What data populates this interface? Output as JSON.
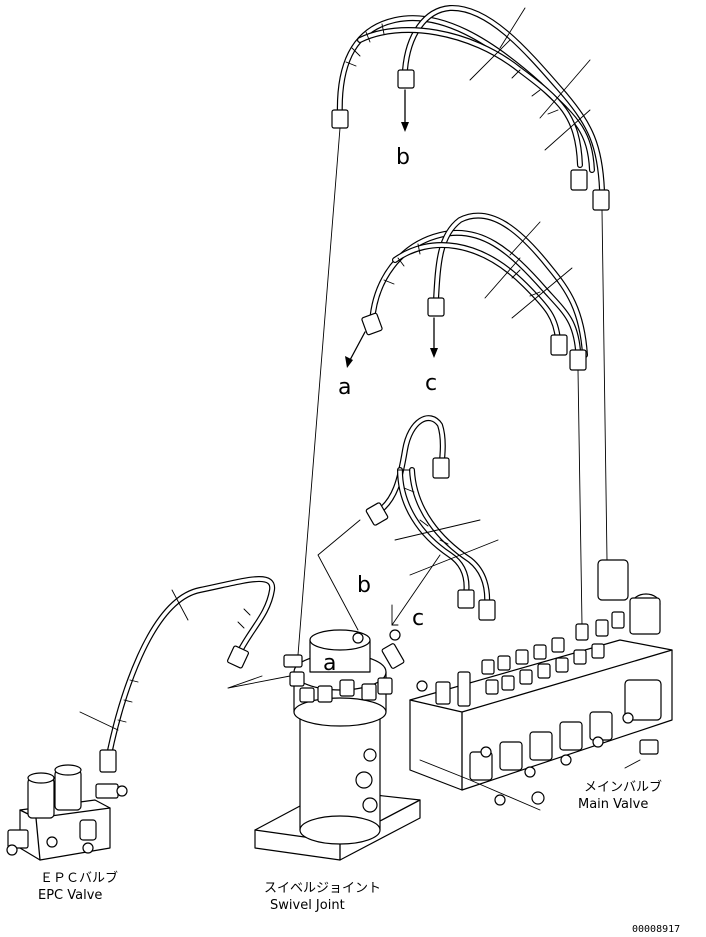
{
  "callouts": {
    "a_top": "a",
    "b_top": "b",
    "c_top": "c",
    "a_bottom": "a",
    "b_bottom": "b",
    "c_bottom": "c"
  },
  "labels": {
    "epc_valve_jp": "ＥＰＣバルブ",
    "epc_valve_en": "EPC Valve",
    "swivel_joint_jp": "スイベルジョイント",
    "swivel_joint_en": "Swivel Joint",
    "main_valve_jp": "メインバルブ",
    "main_valve_en": "Main Valve"
  },
  "figure_number": "00008917"
}
